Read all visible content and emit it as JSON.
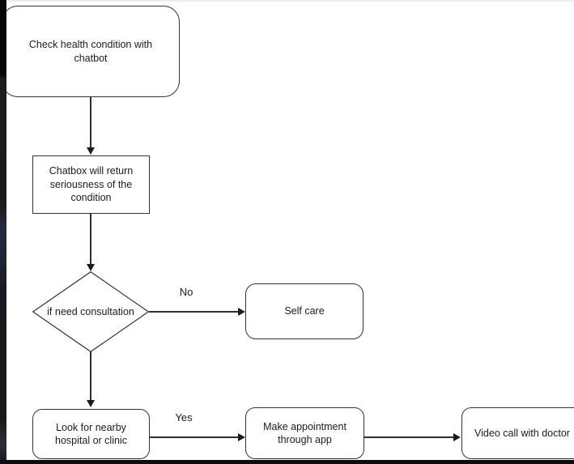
{
  "flowchart": {
    "nodes": {
      "check_health": {
        "label": "Check health condition with chatbot"
      },
      "chatbox_return": {
        "label": "Chatbox will return seriousness of the condition"
      },
      "need_consultation": {
        "label": "if need consultation"
      },
      "self_care": {
        "label": "Self care"
      },
      "look_nearby": {
        "label": "Look for nearby hospital or clinic"
      },
      "make_appointment": {
        "label": "Make appointment through app"
      },
      "video_call": {
        "label": "Video call with doctor"
      }
    },
    "edges": {
      "no_label": "No",
      "yes_label": "Yes"
    },
    "colors": {
      "border": "#333333",
      "line": "#2f2f2f",
      "text": "#1b1b1b",
      "background": "#ffffff",
      "left_edge_bar": "#0d0d0d",
      "bottom_strip": "#0c0c0c",
      "top_line": "#ececec"
    }
  }
}
